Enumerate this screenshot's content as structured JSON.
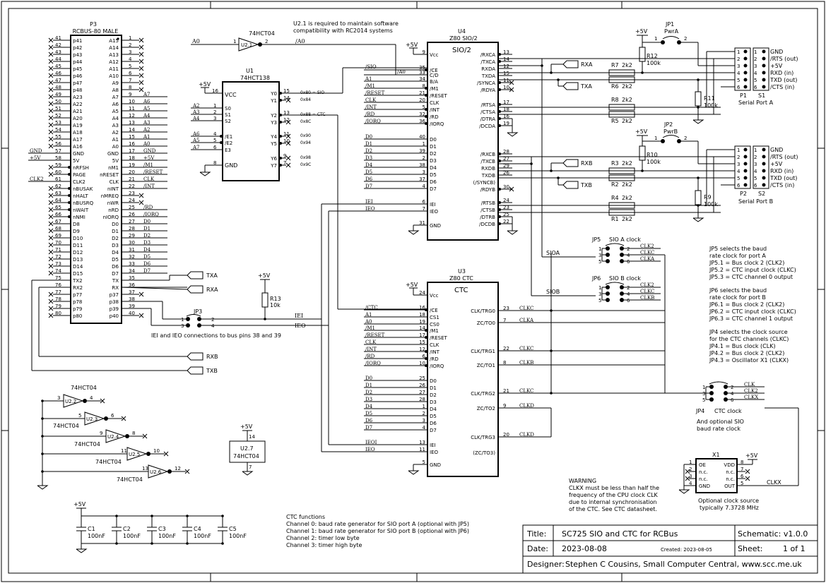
{
  "notes": {
    "u21_note_1": "U2.1 is required to maintain software",
    "u21_note_2": "compatibility with RC2014 systems",
    "ctc_title": "CTC functions",
    "ctc_lines": [
      "Channel 0: baud rate generator for SIO port A (optional with JP5)",
      "Channel 1: baud rate generator for SIO port B (optional with JP6)",
      "Channel 2: timer low byte",
      "Channel 3: timer high byte"
    ],
    "warning_lines": [
      "WARNING",
      "CLKX must be less than half the",
      "frequency of the CPU clock CLK",
      "due to internal synchronisation",
      "of the CTC. See CTC datasheet."
    ],
    "jp5_lines": [
      "JP5 selects the baud",
      "rate clock for port A",
      "JP5.1 = Bus clock 2 (CLK2)",
      "JP5.2 = CTC input clock (CLKC)",
      "JP5.3 = CTC channel 0 output"
    ],
    "jp6_lines": [
      "JP6 selects the baud",
      "rate clock for port B",
      "JP6.1 = Bus clock 2 (CLK2)",
      "JP6.2 = CTC input clock (CLKC)",
      "JP6.3 = CTC channel 1 output"
    ],
    "jp4_lines": [
      "JP4 selects the clock source",
      "for the CTC channels (CLKC)",
      "JP4.1 = Bus clock (CLK)",
      "JP4.2 = Bus clock 2 (CLK2)",
      "JP4.3 = Oscillator X1 (CLKX)"
    ],
    "jp3_note": "IEI and IEO connections to bus pins 38 and 39",
    "osc_note_1": "Optional clock source",
    "osc_note_2": "typically 7.3728 MHz",
    "jp4_note_1": "And optional SIO",
    "jp4_note_2": "baud rate clock"
  },
  "title_block": {
    "title_label": "Title:",
    "title": "SC725 SIO and CTC for RCBus",
    "schematic": "Schematic:  v1.0.0",
    "date_label": "Date:",
    "date": "2023-08-08",
    "created": "Created: 2023-08-05",
    "sheet": "Sheet:",
    "sheet_num": "1 of 1",
    "designer_label": "Designer:",
    "designer": "Stephen C Cousins, Small Computer Central, www.scc.me.uk"
  },
  "p3": {
    "ref": "P3",
    "name": "RCBUS-80 MALE",
    "left_pins": [
      "41",
      "42",
      "43",
      "44",
      "45",
      "46",
      "47",
      "48",
      "49",
      "50",
      "51",
      "52",
      "53",
      "54",
      "55",
      "56",
      "57",
      "58",
      "59",
      "60",
      "61",
      "62",
      "63",
      "64",
      "65",
      "66",
      "67",
      "68",
      "69",
      "70",
      "71",
      "72",
      "73",
      "74",
      "75",
      "76",
      "77",
      "78",
      "79",
      "80"
    ],
    "left_names": [
      "p41",
      "p42",
      "p43",
      "p44",
      "p45",
      "p46",
      "p47",
      "p48",
      "A23",
      "A22",
      "A21",
      "A20",
      "A19",
      "A18",
      "A17",
      "A16",
      "GND",
      "5V",
      "nRFSH",
      "PAGE",
      "CLK2",
      "nBUSAK",
      "nHALT",
      "nBUSRQ",
      "nWAIT",
      "nNMI",
      "D8",
      "D9",
      "D10",
      "D11",
      "D12",
      "D13",
      "D14",
      "D15",
      "TX2",
      "RX2",
      "p77",
      "p78",
      "p79",
      "p80"
    ],
    "right_names": [
      "A15",
      "A14",
      "A13",
      "A12",
      "A11",
      "A10",
      "A9",
      "A8",
      "A7",
      "A6",
      "A5",
      "A4",
      "A3",
      "A2",
      "A1",
      "A0",
      "GND",
      "5V",
      "nM1",
      "nRESET",
      "CLK",
      "nINT",
      "nMREQ",
      "nWR",
      "nRD",
      "nIORQ",
      "D0",
      "D1",
      "D2",
      "D3",
      "D4",
      "D5",
      "D6",
      "D7",
      "TX",
      "RX",
      "p37",
      "p38",
      "p39",
      "p40"
    ],
    "right_pins": [
      "1",
      "2",
      "3",
      "4",
      "5",
      "6",
      "7",
      "8",
      "9",
      "10",
      "11",
      "12",
      "13",
      "14",
      "15",
      "16",
      "17",
      "18",
      "19",
      "20",
      "21",
      "22",
      "23",
      "24",
      "25",
      "26",
      "27",
      "28",
      "29",
      "30",
      "31",
      "32",
      "33",
      "34",
      "35",
      "36",
      "37",
      "38",
      "39",
      "40"
    ],
    "right_nets": [
      "",
      "",
      "",
      "",
      "",
      "",
      "",
      "",
      "A7",
      "A6",
      "A5",
      "A4",
      "A3",
      "A2",
      "A1",
      "A0",
      "GND",
      "+5V",
      "/M1",
      "/RESET",
      "CLK",
      "/INT",
      "",
      "",
      "/RD",
      "/IORQ",
      "D0",
      "D1",
      "D2",
      "D3",
      "D4",
      "D5",
      "D6",
      "D7",
      "",
      "",
      "",
      "",
      "",
      ""
    ],
    "left_nets": {
      "gnd": "GND",
      "plus5": "+5V",
      "clk2": "CLK2"
    }
  },
  "u1": {
    "ref": "U1",
    "name": "74HCT138",
    "vcc": "VCC",
    "gnd": "GND",
    "vcc_pin": "16",
    "gnd_pin": "8",
    "pwr": "+5V",
    "in_pins": [
      [
        "1",
        "S0",
        "A2"
      ],
      [
        "2",
        "S1",
        "A3"
      ],
      [
        "3",
        "S2",
        "A4"
      ],
      [
        "4",
        "/E1",
        "A6"
      ],
      [
        "5",
        "/E2",
        "A5"
      ],
      [
        "6",
        "E3",
        "A7"
      ]
    ],
    "out_pins": [
      [
        "15",
        "Y0",
        "0x80 = SIO"
      ],
      [
        "14",
        "Y1",
        "0x84"
      ],
      [
        "13",
        "Y2",
        "0x88 = CTC"
      ],
      [
        "12",
        "Y3",
        "0x8C"
      ],
      [
        "11",
        "Y4",
        "0x90"
      ],
      [
        "10",
        "Y5",
        "0x94"
      ],
      [
        "9",
        "Y6",
        "0x98"
      ],
      [
        "7",
        "Y7",
        "0x9C"
      ]
    ]
  },
  "u2": {
    "inv": "74HCT04",
    "u21": "U2.1",
    "u21_in": "1",
    "u21_out": "2",
    "a0": "A0",
    "na0": "/A0",
    "u22": "U2.2",
    "u22_pins": [
      "3",
      "4"
    ],
    "u23": "U2.3",
    "u23_pins": [
      "5",
      "6"
    ],
    "u24": "U2.4",
    "u24_pins": [
      "9",
      "8"
    ],
    "u25": "U2.5",
    "u25_pins": [
      "11",
      "10"
    ],
    "u26": "U2.6",
    "u26_pins": [
      "13",
      "12"
    ],
    "u27": "U2.7",
    "u27_pins": [
      "14",
      "7"
    ],
    "pwr": "+5V"
  },
  "u4": {
    "ref": "U4",
    "name": "Z80 SIO/2",
    "title": "SIO/2",
    "pwr": "+5V",
    "left": [
      [
        "9",
        "Vcc",
        ""
      ],
      [
        "35",
        "/CE",
        "/SIO"
      ],
      [
        "33",
        "C/D",
        "/A0"
      ],
      [
        "34",
        "B/A",
        "A1"
      ],
      [
        "8",
        "/M1",
        "/M1"
      ],
      [
        "21",
        "/RESET",
        "/RESET"
      ],
      [
        "20",
        "CLK",
        "CLK"
      ],
      [
        "5",
        "/INT",
        "/INT"
      ],
      [
        "32",
        "/RD",
        "/RD"
      ],
      [
        "36",
        "/IORQ",
        "/IORQ"
      ],
      [
        "40",
        "D0",
        "D0"
      ],
      [
        "1",
        "D1",
        "D1"
      ],
      [
        "39",
        "D2",
        "D2"
      ],
      [
        "2",
        "D3",
        "D3"
      ],
      [
        "38",
        "D4",
        "D4"
      ],
      [
        "3",
        "D5",
        "D5"
      ],
      [
        "37",
        "D6",
        "D6"
      ],
      [
        "4",
        "D7",
        "D7"
      ],
      [
        "6",
        "IEI",
        "IEI"
      ],
      [
        "7",
        "IEO",
        "IEO"
      ],
      [
        "31",
        "GND",
        ""
      ]
    ],
    "right": [
      [
        "13",
        "/RXCA"
      ],
      [
        "14",
        "/TXCA"
      ],
      [
        "12",
        "RXDA"
      ],
      [
        "15",
        "TXDA"
      ],
      [
        "11",
        "/SYNCA"
      ],
      [
        "10",
        "/RDYA"
      ],
      [
        "17",
        "/RTSA"
      ],
      [
        "18",
        "/CTSA"
      ],
      [
        "16",
        "/DTRA"
      ],
      [
        "19",
        "/DCDA"
      ],
      [
        "28",
        "/RXCB"
      ],
      [
        "27",
        "/TXCB"
      ],
      [
        "29",
        "RXDB"
      ],
      [
        "26",
        "TXDB"
      ],
      [
        "",
        "(/SYNCB)"
      ],
      [
        "30",
        "/RDYB"
      ],
      [
        "24",
        "/RTSB"
      ],
      [
        "23",
        "/CTSB"
      ],
      [
        "25",
        "/DTRB"
      ],
      [
        "22",
        "/DCDB"
      ]
    ]
  },
  "u3": {
    "ref": "U3",
    "name": "Z80 CTC",
    "title": "CTC",
    "pwr": "+5V",
    "left": [
      [
        "24",
        "Vcc",
        ""
      ],
      [
        "16",
        "/CE",
        "/CTC"
      ],
      [
        "18",
        "CS1",
        "A1"
      ],
      [
        "19",
        "CS0",
        "A0"
      ],
      [
        "14",
        "/M1",
        "/M1"
      ],
      [
        "17",
        "/RESET",
        "/RESET"
      ],
      [
        "15",
        "CLK",
        "CLK"
      ],
      [
        "12",
        "/INT",
        "/INT"
      ],
      [
        "6",
        "/RD",
        "/RD"
      ],
      [
        "10",
        "/IORQ",
        "/IORQ"
      ],
      [
        "25",
        "D0",
        "D0"
      ],
      [
        "26",
        "D1",
        "D1"
      ],
      [
        "27",
        "D2",
        "D2"
      ],
      [
        "28",
        "D3",
        "D3"
      ],
      [
        "1",
        "D4",
        "D4"
      ],
      [
        "2",
        "D5",
        "D5"
      ],
      [
        "3",
        "D6",
        "D6"
      ],
      [
        "4",
        "D7",
        "D7"
      ],
      [
        "13",
        "IEI",
        "IEOI"
      ],
      [
        "11",
        "IEO",
        "IEO"
      ],
      [
        "5",
        "GND",
        ""
      ]
    ],
    "right": [
      [
        "23",
        "CLK/TRG0",
        "CLKC"
      ],
      [
        "7",
        "ZC/TO0",
        "CLKA"
      ],
      [
        "22",
        "CLK/TRG1",
        "CLKC"
      ],
      [
        "8",
        "ZC/TO1",
        "CLKB"
      ],
      [
        "21",
        "CLK/TRG2",
        "CLKC"
      ],
      [
        "9",
        "ZC/TO2",
        "CLKD"
      ],
      [
        "20",
        "CLK/TRG3",
        "CLKD"
      ],
      [
        "",
        "(ZC/TO3)",
        ""
      ]
    ]
  },
  "serial_a": {
    "jp": "JP1",
    "jp_name": "PwrA",
    "pwr": "+5V",
    "r12": [
      "R12",
      "100k"
    ],
    "r11": [
      "R11",
      "100k"
    ],
    "r7": [
      "R7",
      "2k2"
    ],
    "r6": [
      "R6",
      "2k2"
    ],
    "r8": [
      "R8",
      "2k2"
    ],
    "r5": [
      "R5",
      "2k2"
    ],
    "rxa": "RXA",
    "txa": "TXA",
    "conn_labels": [
      "GND",
      "/RTS (out)",
      "+5V",
      "RXD (in)",
      "TXD (out)",
      "/CTS (in)"
    ],
    "p": "P1",
    "s": "S1",
    "name": "Serial Port A",
    "sioa": "SIOA"
  },
  "serial_b": {
    "jp": "JP2",
    "jp_name": "PwrB",
    "pwr": "+5V",
    "r10": [
      "R10",
      "100k"
    ],
    "r9": [
      "R9",
      "100k"
    ],
    "r3": [
      "R3",
      "2k2"
    ],
    "r2": [
      "R2",
      "2k2"
    ],
    "r4": [
      "R4",
      "2k2"
    ],
    "r1": [
      "R1",
      "2k2"
    ],
    "rxb": "RXB",
    "txb": "TXB",
    "conn_labels": [
      "GND",
      "/RTS (out)",
      "+5V",
      "RXD (in)",
      "TXD (out)",
      "/CTS (in)"
    ],
    "p": "P2",
    "s": "S2",
    "name": "Serial Port B",
    "siob": "SIOB"
  },
  "jumpers": {
    "jp5": "JP5",
    "jp5_name": "SIO A clock",
    "jp5_nets": [
      "CLK2",
      "CLKC",
      "CLKA"
    ],
    "jp6": "JP6",
    "jp6_name": "SIO B clock",
    "jp6_nets": [
      "CLK2",
      "CLKC",
      "CLKB"
    ],
    "jp4": "JP4",
    "jp4_name": "CTC clock",
    "jp4_nets": [
      "CLK",
      "CLK2",
      "CLKX"
    ],
    "jp3": "JP3",
    "iei": "IEI",
    "ieo": "IEO",
    "pins": [
      "1",
      "2",
      "3",
      "4",
      "5",
      "6"
    ]
  },
  "bus_ports": {
    "txa": "TXA",
    "rxa": "RXA",
    "rxb": "RXB",
    "txb": "TXB"
  },
  "r13": {
    "ref": "R13",
    "val": "10k",
    "pwr": "+5V"
  },
  "x1": {
    "ref": "X1",
    "pwr": "+5V",
    "pins_l": [
      "1",
      "2",
      "3",
      "4"
    ],
    "names_l": [
      "OE",
      "n.c.",
      "n.c.",
      "GND"
    ],
    "pins_r": [
      "8",
      "7",
      "6",
      "5"
    ],
    "names_r": [
      "VDD",
      "n.c.",
      "n.c.",
      "OUT"
    ],
    "net": "CLKX"
  },
  "caps": {
    "pwr": "+5V",
    "items": [
      [
        "C1",
        "100nF"
      ],
      [
        "C2",
        "100nF"
      ],
      [
        "C3",
        "100nF"
      ],
      [
        "C4",
        "100nF"
      ],
      [
        "C5",
        "100nF"
      ]
    ]
  }
}
